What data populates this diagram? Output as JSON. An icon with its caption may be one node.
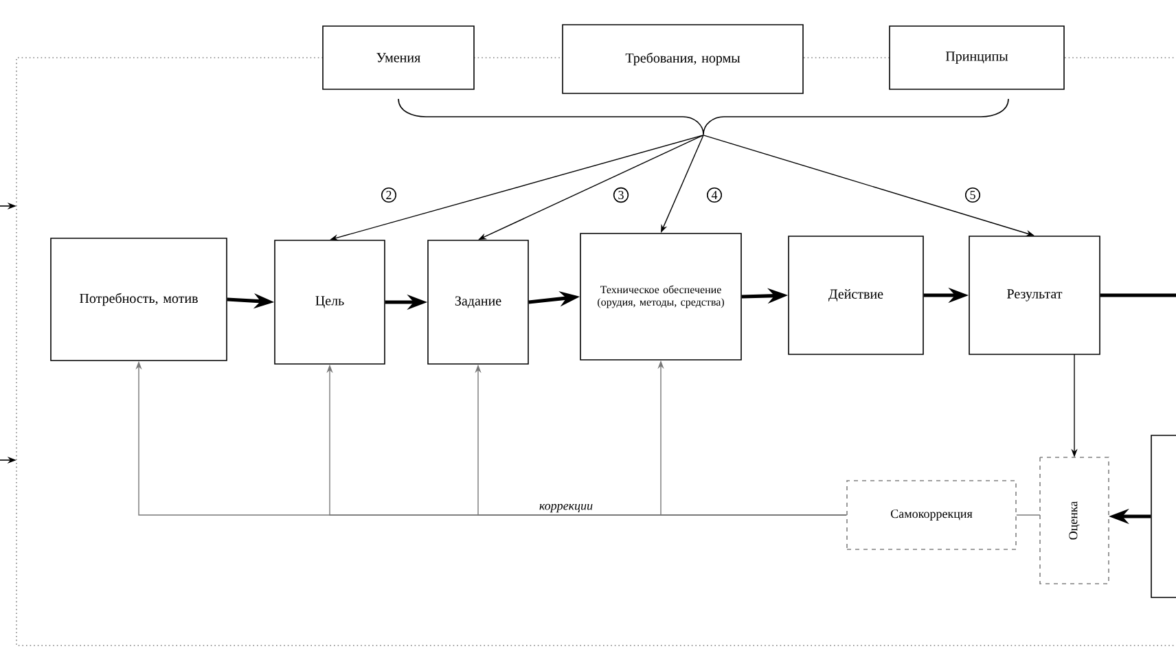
{
  "diagram": {
    "nodes": [
      {
        "text": [
          "Умения"
        ]
      },
      {
        "text": [
          "Требования, нормы"
        ]
      },
      {
        "text": [
          "Принципы"
        ]
      },
      {
        "text": [],
        "shape": "brace"
      },
      {
        "text": [
          "Потребность, мотив"
        ]
      },
      {
        "text": [
          "Цель"
        ]
      },
      {
        "text": [
          "Задание"
        ]
      },
      {
        "text": [
          "Техническое обеспечение (орудия, методы, средства)"
        ]
      },
      {
        "text": [
          "Действие"
        ]
      },
      {
        "text": [
          "Результат"
        ]
      },
      {
        "text": [
          "Оценка"
        ]
      },
      {
        "text": [
          "Самокоррекция"
        ]
      },
      {
        "text": [],
        "shape": "box"
      }
    ],
    "edges": [
      {
        "from": 4,
        "to": 5,
        "arrow": "to",
        "style": "thick"
      },
      {
        "from": 5,
        "to": 6,
        "arrow": "to",
        "style": "thick"
      },
      {
        "from": 6,
        "to": 7,
        "arrow": "to",
        "style": "thick"
      },
      {
        "from": 7,
        "to": 8,
        "arrow": "to",
        "style": "thick"
      },
      {
        "from": 8,
        "to": 9,
        "arrow": "to",
        "style": "thick"
      },
      {
        "from": 9,
        "to": null,
        "arrow": "none",
        "style": "thick"
      },
      {
        "from": 3,
        "to": 5,
        "arrow": "to",
        "label": "2"
      },
      {
        "from": 3,
        "to": 6,
        "arrow": "to",
        "label": "3"
      },
      {
        "from": 3,
        "to": 7,
        "arrow": "to",
        "label": "4"
      },
      {
        "from": 3,
        "to": 9,
        "arrow": "to",
        "label": "5"
      },
      {
        "from": 9,
        "to": 10,
        "arrow": "to"
      },
      {
        "from": 12,
        "to": 10,
        "arrow": "to",
        "style": "thick"
      },
      {
        "from": 10,
        "to": 11,
        "arrow": "none",
        "color": "#777777"
      },
      {
        "from": 11,
        "to": 4,
        "arrow": "to",
        "color": "#777777",
        "label": "коррекции"
      },
      {
        "from": 11,
        "to": 5,
        "arrow": "to",
        "color": "#777777"
      },
      {
        "from": 11,
        "to": 6,
        "arrow": "to",
        "color": "#777777"
      },
      {
        "from": 11,
        "to": 7,
        "arrow": "to",
        "color": "#777777"
      }
    ]
  }
}
